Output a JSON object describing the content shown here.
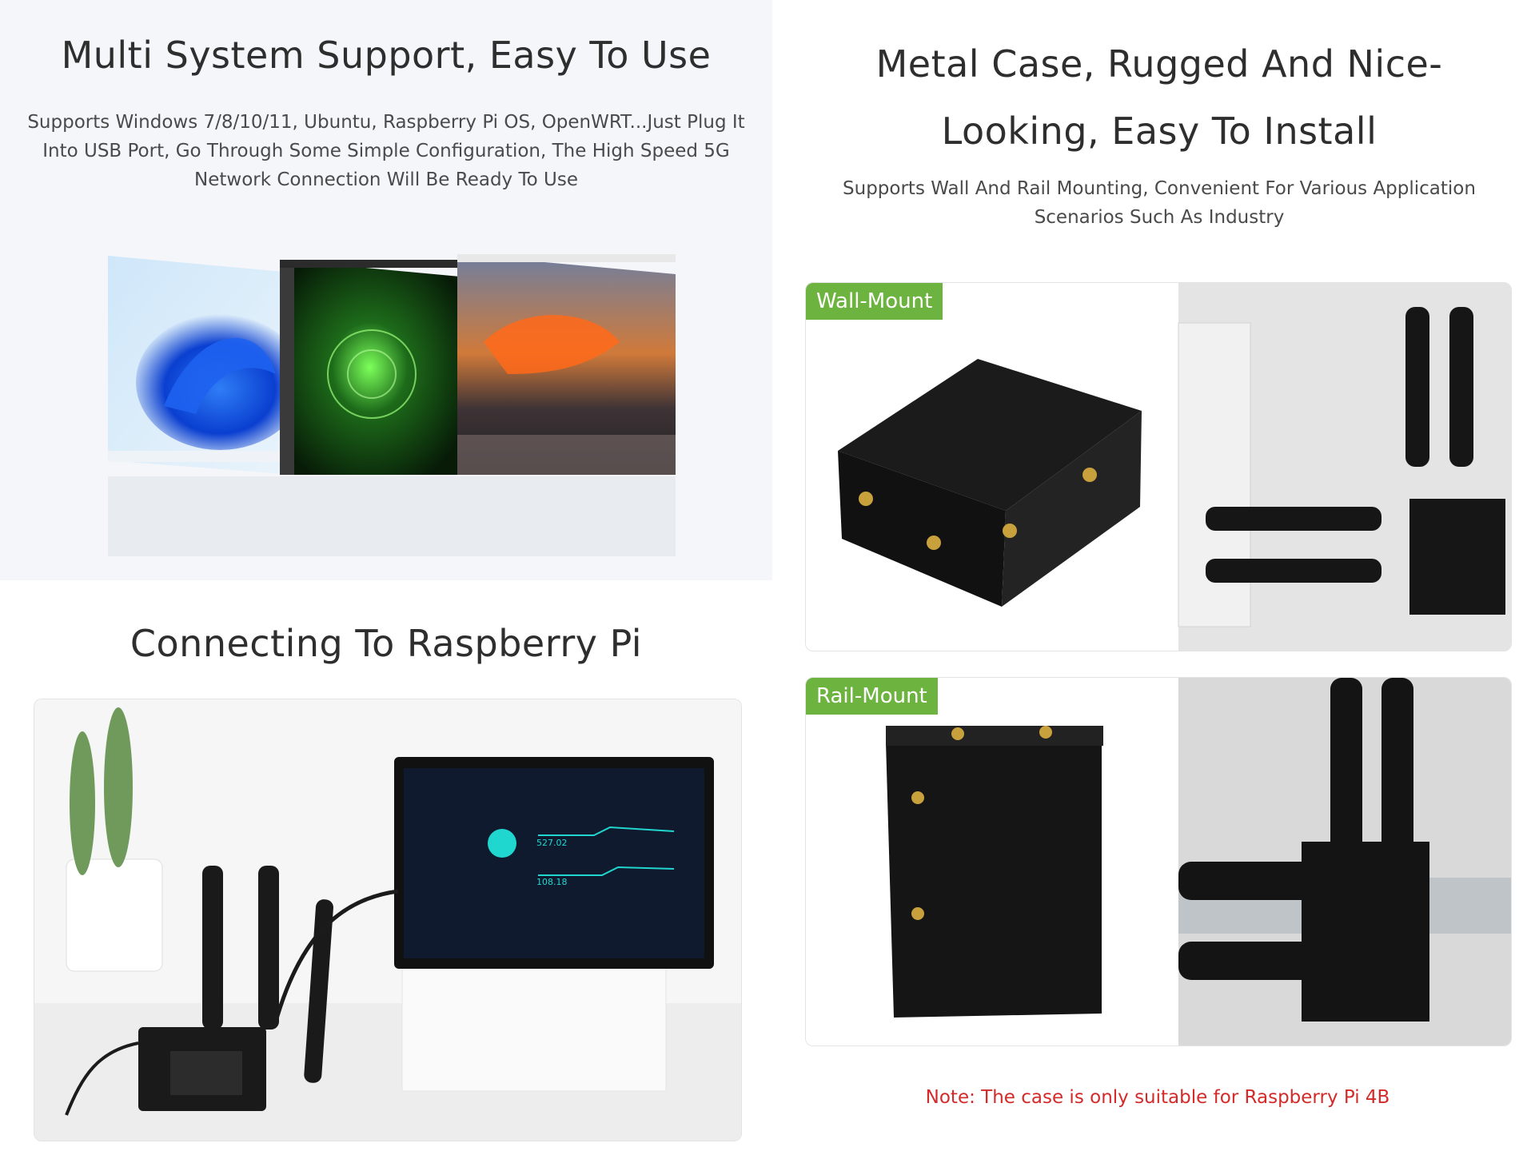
{
  "left_top": {
    "title": "Multi System Support, Easy To Use",
    "description": "Supports Windows 7/8/10/11, Ubuntu, Raspberry Pi OS, OpenWRT...Just Plug It Into USB Port, Go Through Some Simple Configuration, The High Speed 5G Network Connection Will Be Ready To Use"
  },
  "left_bottom": {
    "title": "Connecting To Raspberry Pi",
    "screen_values": {
      "download": "527.02",
      "upload": "108.18"
    }
  },
  "right": {
    "title": "Metal Case, Rugged And Nice-Looking, Easy To Install",
    "description": "Supports Wall And Rail Mounting, Convenient For Various Application Scenarios Such As Industry",
    "wall_label": "Wall-Mount",
    "rail_label": "Rail-Mount",
    "note": "Note: The case is only suitable for Raspberry Pi 4B"
  },
  "colors": {
    "tag_green": "#6db33f",
    "note_red": "#d42a2a",
    "panel_bg": "#f4f6fa"
  }
}
